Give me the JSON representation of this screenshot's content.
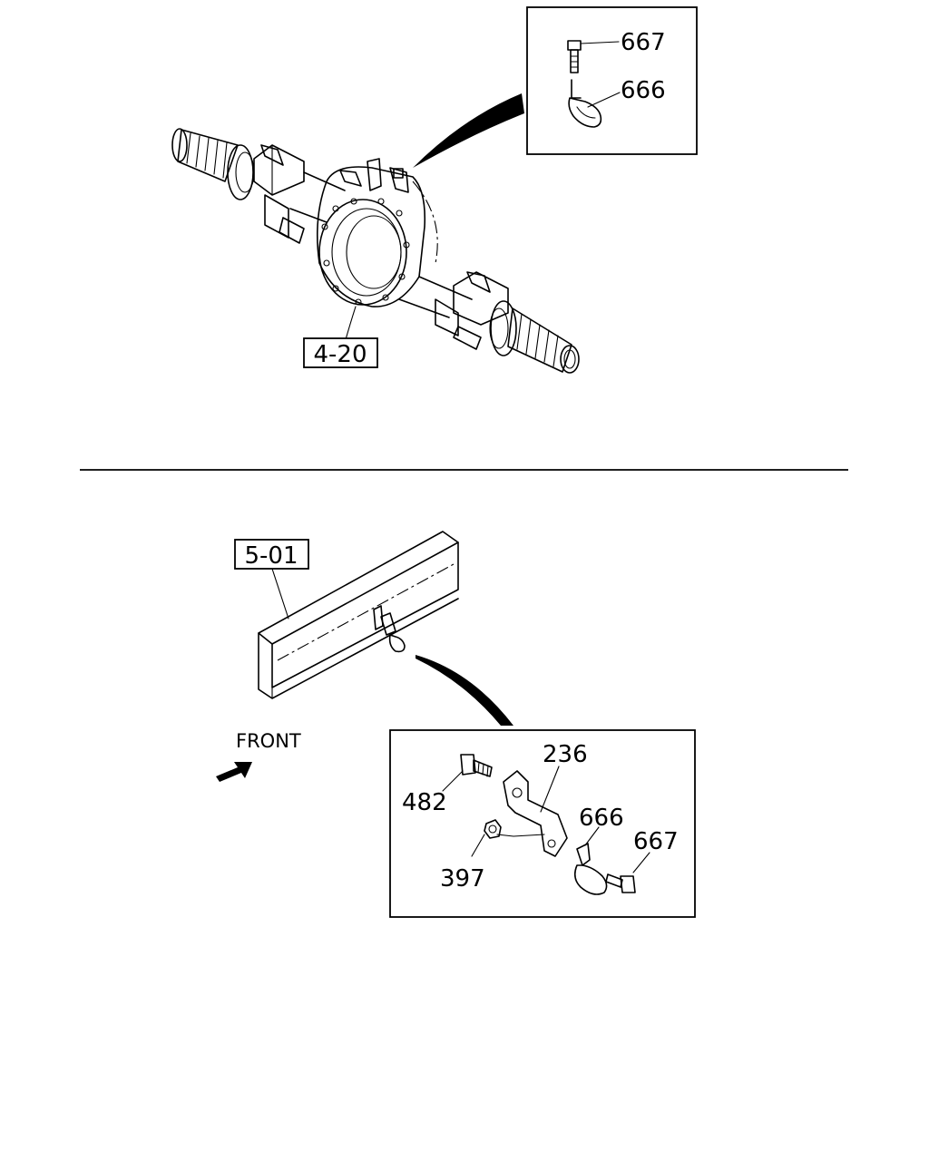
{
  "top_diagram": {
    "ref_label": "4-20",
    "detail_callouts": [
      "667",
      "666"
    ]
  },
  "bottom_diagram": {
    "ref_label": "5-01",
    "front_label": "FRONT",
    "detail_callouts": [
      "236",
      "482",
      "397",
      "666",
      "667"
    ]
  }
}
